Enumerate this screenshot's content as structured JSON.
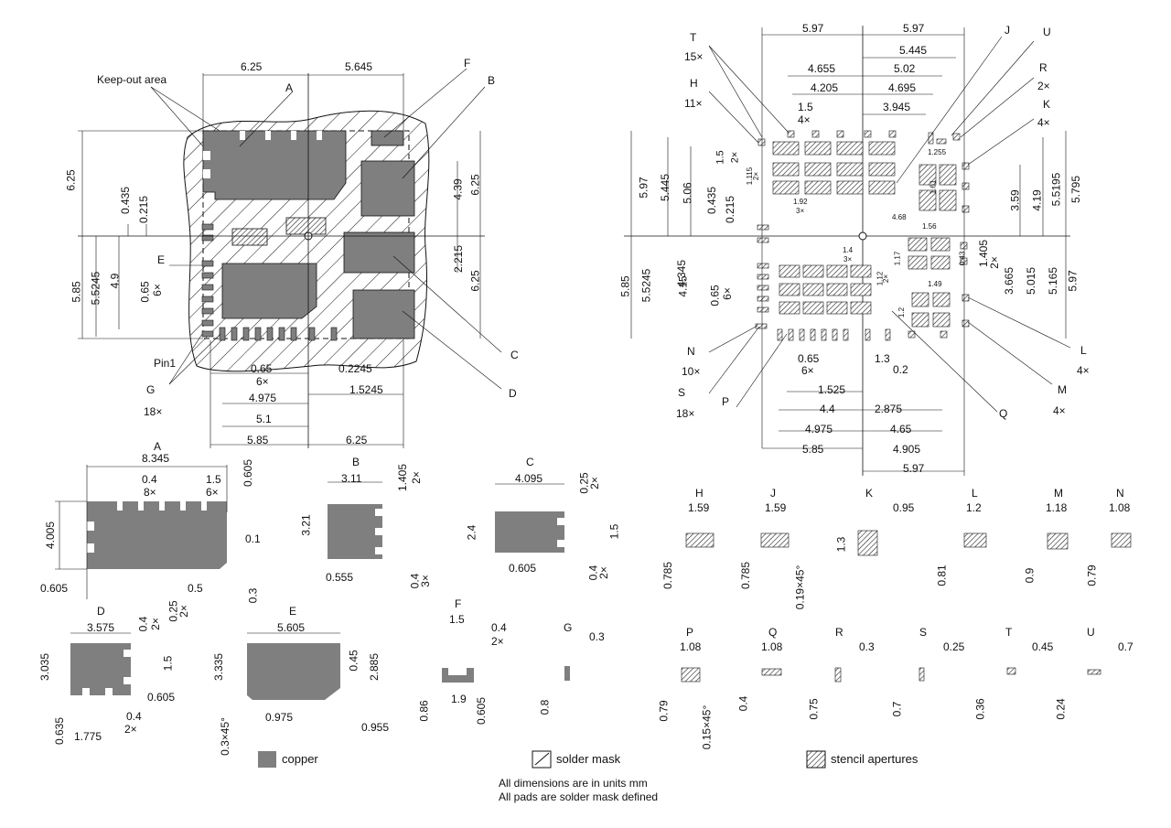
{
  "left_view": {
    "keepout_label": "Keep-out area",
    "pin1_label": "Pin1",
    "letters": {
      "A": "A",
      "B": "B",
      "C": "C",
      "D": "D",
      "E": "E",
      "F": "F",
      "G": "G"
    },
    "g_count": "18×",
    "e_count": "6×",
    "top_dims": [
      "6.25",
      "5.645"
    ],
    "left_dims": [
      "6.25",
      "0.435",
      "0.215",
      "5.85",
      "5.5245",
      "4.9",
      "0.65"
    ],
    "right_dims": [
      "4.39",
      "6.25",
      "2.215",
      "6.25"
    ],
    "bottom_dims": [
      "0.65",
      "6×",
      "0.2245",
      "4.975",
      "1.5245",
      "5.1",
      "5.85",
      "6.25"
    ]
  },
  "right_view": {
    "top_dims": [
      "5.97",
      "5.97",
      "5.445",
      "4.655",
      "5.02",
      "4.205",
      "4.695",
      "1.5",
      "4×",
      "3.945"
    ],
    "callouts": [
      "T",
      "15×",
      "H",
      "11×",
      "J",
      "U",
      "R",
      "2×",
      "K",
      "4×",
      "N",
      "10×",
      "S",
      "18×",
      "P",
      "Q",
      "L",
      "4×",
      "M",
      "4×"
    ],
    "left_dims": [
      "5.97",
      "5.445",
      "5.06",
      "0.435",
      "0.215",
      "1.5",
      "2×",
      "1.115",
      "2×",
      "1.92",
      "3×",
      "5.85",
      "5.5245",
      "4.345",
      "4.15",
      "0.65",
      "6×"
    ],
    "inner_dims": [
      "1.255",
      "1.61",
      "4.68",
      "1.56",
      "1.4",
      "3×",
      "1.12",
      "2×",
      "1.17",
      "0.43",
      "1.49",
      "1.2"
    ],
    "right_dims": [
      "3.59",
      "4.19",
      "5.5195",
      "5.795",
      "1.405",
      "2×",
      "3.665",
      "5.015",
      "5.165",
      "5.97"
    ],
    "bottom_dims": [
      "0.65",
      "6×",
      "1.3",
      "0.2",
      "1.525",
      "4.4",
      "2.875",
      "4.975",
      "4.65",
      "5.85",
      "4.905",
      "5.97"
    ]
  },
  "details": {
    "A": {
      "title": "A",
      "dims": [
        "8.345",
        "0.4",
        "8×",
        "1.5",
        "6×",
        "0.605",
        "4.005",
        "0.1",
        "0.605",
        "0.5",
        "0.3"
      ]
    },
    "B": {
      "title": "B",
      "dims": [
        "3.11",
        "1.405",
        "2×",
        "3.21",
        "0.555",
        "0.4",
        "3×"
      ]
    },
    "C": {
      "title": "C",
      "dims": [
        "4.095",
        "0.25",
        "2×",
        "2.4",
        "1.5",
        "0.605",
        "0.4",
        "2×"
      ]
    },
    "D": {
      "title": "D",
      "dims": [
        "3.575",
        "0.4",
        "2×",
        "0.25",
        "2×",
        "3.035",
        "1.5",
        "0.605",
        "0.635",
        "0.4",
        "2×",
        "1.775"
      ]
    },
    "E": {
      "title": "E",
      "dims": [
        "5.605",
        "3.335",
        "0.45",
        "2.885",
        "0.975",
        "0.955",
        "0.3×45°"
      ]
    },
    "F": {
      "title": "F",
      "dims": [
        "1.5",
        "0.4",
        "2×",
        "0.86",
        "1.9",
        "0.605"
      ]
    },
    "G": {
      "title": "G",
      "dims": [
        "0.3",
        "0.8"
      ]
    },
    "H": {
      "title": "H",
      "dims": [
        "1.59",
        "0.785"
      ]
    },
    "J": {
      "title": "J",
      "dims": [
        "1.59",
        "0.785",
        "0.19×45°"
      ]
    },
    "K": {
      "title": "K",
      "dims": [
        "0.95",
        "1.3"
      ]
    },
    "L": {
      "title": "L",
      "dims": [
        "1.2",
        "0.81"
      ]
    },
    "M": {
      "title": "M",
      "dims": [
        "1.18",
        "0.9"
      ]
    },
    "N": {
      "title": "N",
      "dims": [
        "1.08",
        "0.79"
      ]
    },
    "P": {
      "title": "P",
      "dims": [
        "1.08",
        "0.79",
        "0.15×45°"
      ]
    },
    "Q": {
      "title": "Q",
      "dims": [
        "1.08",
        "0.4"
      ]
    },
    "R": {
      "title": "R",
      "dims": [
        "0.3",
        "0.75"
      ]
    },
    "S": {
      "title": "S",
      "dims": [
        "0.25",
        "0.7"
      ]
    },
    "T": {
      "title": "T",
      "dims": [
        "0.45",
        "0.36"
      ]
    },
    "U": {
      "title": "U",
      "dims": [
        "0.7",
        "0.24"
      ]
    }
  },
  "legend": {
    "copper": "copper",
    "solder_mask": "solder mask",
    "stencil": "stencil apertures"
  },
  "notes": {
    "line1": "All dimensions are in units mm",
    "line2": "All pads are solder mask defined"
  },
  "colors": {
    "copper": "#7f7f7f",
    "line": "#111111"
  }
}
